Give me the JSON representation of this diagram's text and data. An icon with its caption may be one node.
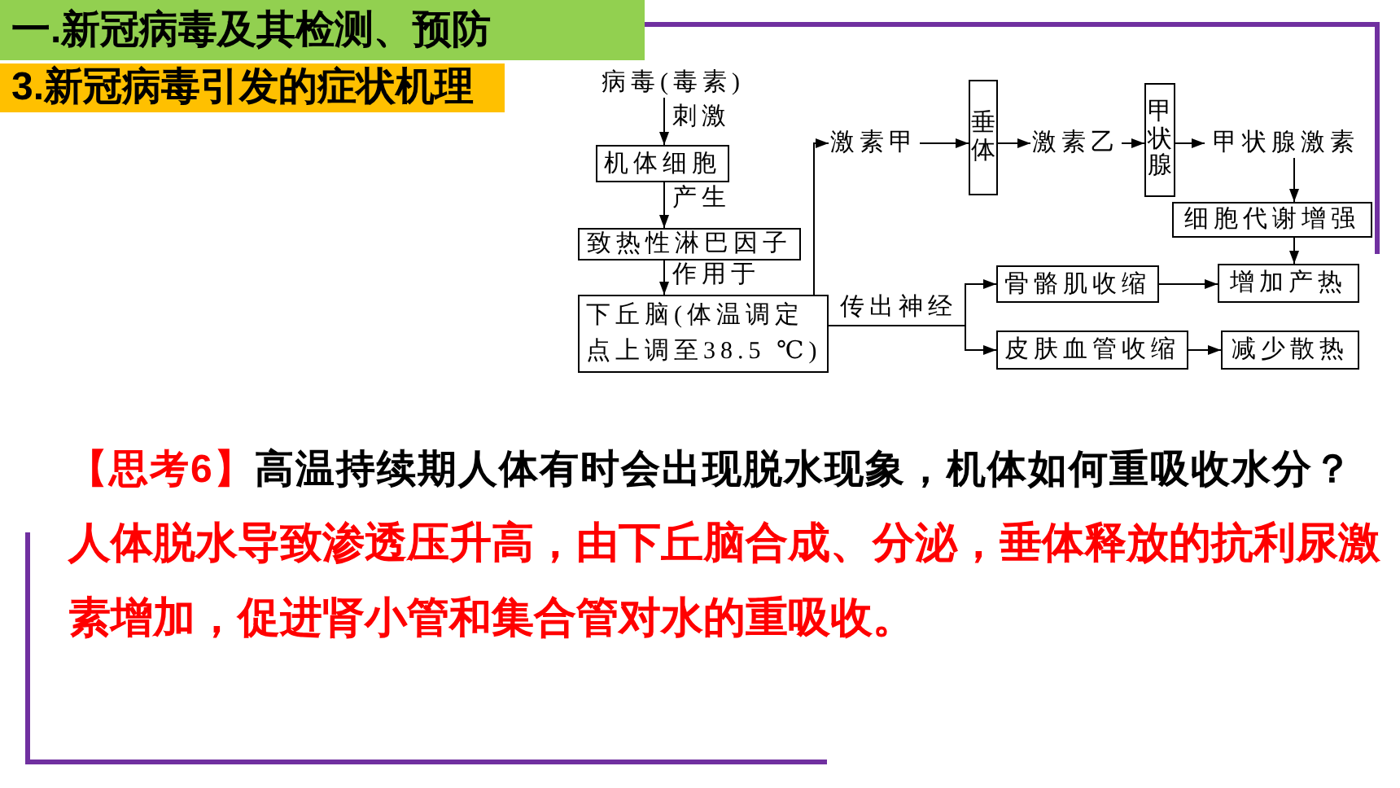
{
  "diagram": {
    "title": "一.新冠病毒及其检测、预防",
    "nodes": [
      {
        "text": [
          "病毒(毒素)"
        ]
      },
      {
        "text": [
          "机体细胞"
        ]
      },
      {
        "text": [
          "致热性淋巴因子"
        ]
      },
      {
        "text": [
          "下丘脑(体温调定点上调至38.5 ℃)"
        ]
      },
      {
        "text": [
          "激素甲"
        ]
      },
      {
        "text": [
          "垂体"
        ]
      },
      {
        "text": [
          "激素乙"
        ]
      },
      {
        "text": [
          "甲状腺"
        ]
      },
      {
        "text": [
          "甲状腺激素"
        ]
      },
      {
        "text": [
          "细胞代谢增强"
        ]
      },
      {
        "text": [
          "增加产热"
        ]
      },
      {
        "text": [
          "骨骼肌收缩"
        ]
      },
      {
        "text": [
          "皮肤血管收缩"
        ]
      },
      {
        "text": [
          "减少散热"
        ]
      }
    ],
    "edges": [
      {
        "from": 0,
        "to": 1,
        "arrow": "to",
        "label": "刺激"
      },
      {
        "from": 1,
        "to": 2,
        "arrow": "to",
        "label": "产生"
      },
      {
        "from": 2,
        "to": 3,
        "arrow": "to",
        "label": "作用于"
      },
      {
        "from": 3,
        "to": 4,
        "arrow": "to"
      },
      {
        "from": 4,
        "to": 5,
        "arrow": "to"
      },
      {
        "from": 5,
        "to": 6,
        "arrow": "to"
      },
      {
        "from": 6,
        "to": 7,
        "arrow": "to"
      },
      {
        "from": 7,
        "to": 8,
        "arrow": "to"
      },
      {
        "from": 8,
        "to": 9,
        "arrow": "to"
      },
      {
        "from": 9,
        "to": 10,
        "arrow": "to"
      },
      {
        "from": 3,
        "to": 11,
        "arrow": "to",
        "label": "传出神经"
      },
      {
        "from": 3,
        "to": 12,
        "arrow": "to"
      },
      {
        "from": 11,
        "to": 10,
        "arrow": "to"
      },
      {
        "from": 12,
        "to": 13,
        "arrow": "to"
      }
    ],
    "labels": [
      "3.新冠病毒引发的症状机理",
      "【思考6】",
      "高温持续期人体有时会出现脱水现象，机体如何重吸收水分？",
      "人体脱水导致渗透压升高，由下丘脑合成、分泌，垂体释放的抗利尿激素增加，促进肾小管和集合管对水的重吸收。"
    ]
  }
}
